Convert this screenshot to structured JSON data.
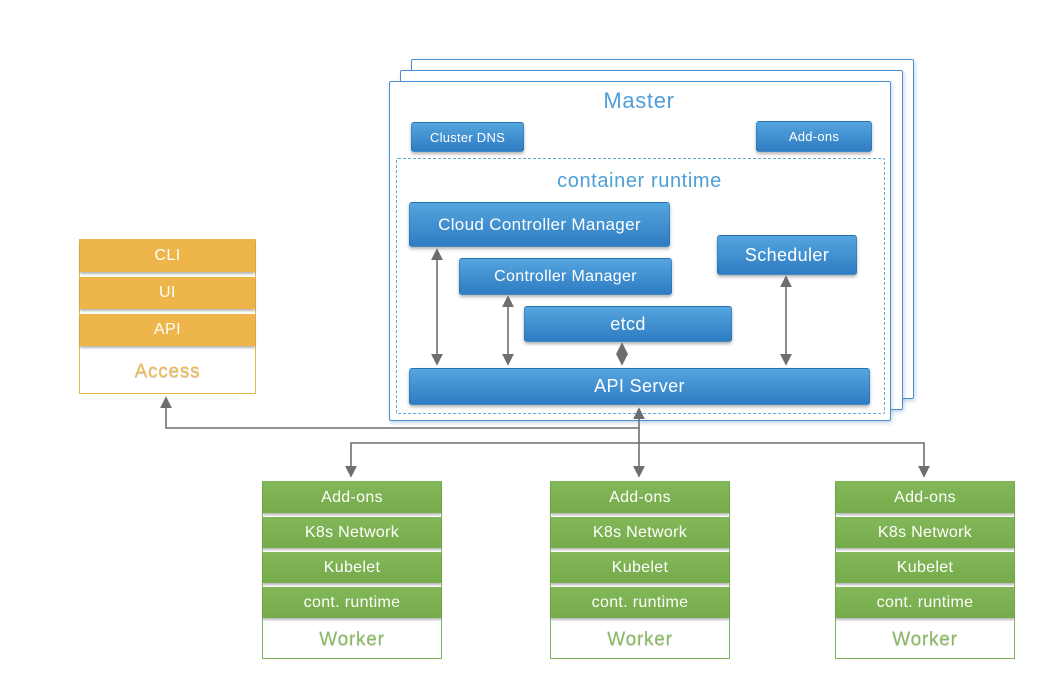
{
  "master": {
    "title": "Master",
    "cluster_dns": "Cluster DNS",
    "addons": "Add-ons",
    "runtime_title": "container runtime",
    "components": {
      "cloud_controller_manager": "Cloud Controller Manager",
      "controller_manager": "Controller Manager",
      "scheduler": "Scheduler",
      "etcd": "etcd",
      "api_server": "API Server"
    }
  },
  "access": {
    "rows": [
      "CLI",
      "UI",
      "API"
    ],
    "label": "Access"
  },
  "workers": [
    {
      "rows": [
        "Add-ons",
        "K8s Network",
        "Kubelet",
        "cont. runtime"
      ],
      "label": "Worker"
    },
    {
      "rows": [
        "Add-ons",
        "K8s Network",
        "Kubelet",
        "cont. runtime"
      ],
      "label": "Worker"
    },
    {
      "rows": [
        "Add-ons",
        "K8s Network",
        "Kubelet",
        "cont. runtime"
      ],
      "label": "Worker"
    }
  ],
  "colors": {
    "blue_box_top": "#55a5df",
    "blue_box_bottom": "#2e7cc2",
    "master_border": "#4a90ce",
    "dashed_border": "#5fa8dc",
    "title_blue": "#4f9ed8",
    "orange": "#eeb54a",
    "access_text": "#f0ba4e",
    "green": "#7db254",
    "worker_text": "#88bb60",
    "connector_gray": "#6e6e6e"
  }
}
